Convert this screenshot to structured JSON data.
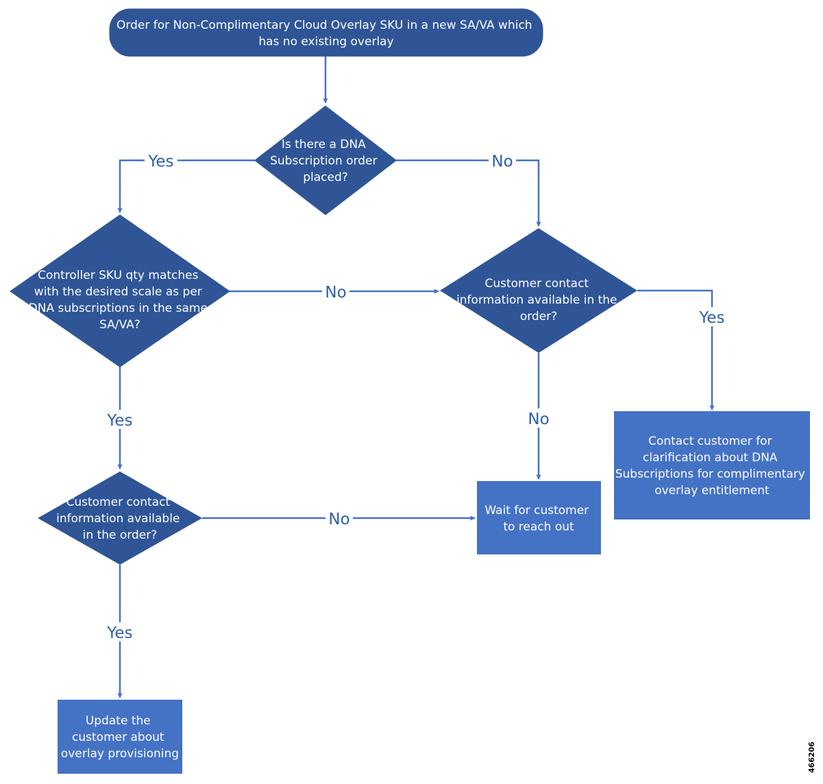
{
  "colors": {
    "fill": "#2F5597",
    "box_fill": "#4472C4",
    "line": "#4472C4",
    "label": "#2F5EA8"
  },
  "start": {
    "lines": [
      "Order for Non-Complimentary Cloud Overlay SKU in a new SA/VA which",
      "has no existing overlay"
    ]
  },
  "decision_dna": {
    "lines": [
      "Is there a DNA",
      "Subscription order",
      "placed?"
    ]
  },
  "decision_controller": {
    "lines": [
      "Controller SKU qty matches",
      "with the desired scale as per",
      "DNA subscriptions in the same",
      "SA/VA?"
    ]
  },
  "decision_contact_right": {
    "lines": [
      "Customer contact",
      "information available in the",
      "order?"
    ]
  },
  "decision_contact_left": {
    "lines": [
      "Customer contact",
      "information available",
      "in the order?"
    ]
  },
  "box_contact_customer": {
    "lines": [
      "Contact customer for",
      "clarification about DNA",
      "Subscriptions for complimentary",
      "overlay entitlement"
    ]
  },
  "box_wait": {
    "lines": [
      "Wait for customer",
      "to reach out"
    ]
  },
  "box_update": {
    "lines": [
      "Update the",
      "customer about",
      "overlay provisioning"
    ]
  },
  "labels": {
    "dna_yes": "Yes",
    "dna_no": "No",
    "controller_no": "No",
    "controller_yes": "Yes",
    "contact_right_yes": "Yes",
    "contact_right_no": "No",
    "contact_left_no": "No",
    "contact_left_yes": "Yes"
  },
  "figure_id": "466206"
}
